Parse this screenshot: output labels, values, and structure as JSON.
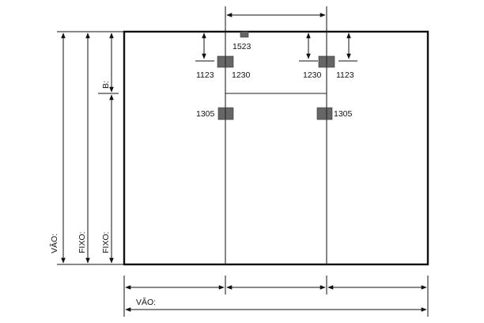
{
  "diagram": {
    "parts": {
      "top_center": "1523",
      "left_spacer": "1123",
      "left_hinge": "1230",
      "right_hinge": "1230",
      "right_spacer": "1123",
      "left_lower": "1305",
      "right_lower": "1305"
    },
    "dimensions": {
      "vao_vertical": "VÃO:",
      "fixo_vertical_1": "FIXO:",
      "fixo_vertical_2": "FIXO:",
      "b_label": "B:",
      "vao_horizontal": "VÃO:"
    },
    "colors": {
      "line": "#111111",
      "part_fill": "#666666"
    }
  }
}
